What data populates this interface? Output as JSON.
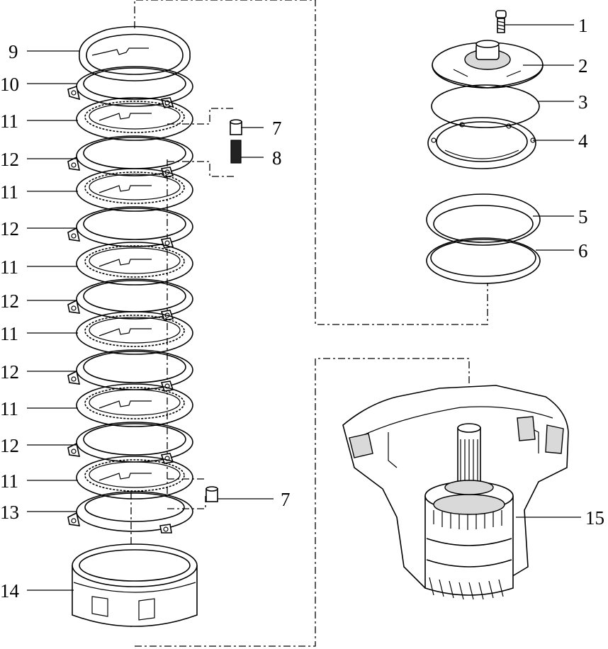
{
  "callouts": {
    "c1": "1",
    "c2": "2",
    "c3": "3",
    "c4": "4",
    "c5": "5",
    "c6": "6",
    "c7a": "7",
    "c8": "8",
    "c7b": "7",
    "c9": "9",
    "c10": "10",
    "c11a": "11",
    "c12a": "12",
    "c11b": "11",
    "c12b": "12",
    "c11c": "11",
    "c12c": "12",
    "c11d": "11",
    "c12d": "12",
    "c11e": "11",
    "c12e": "12",
    "c11f": "11",
    "c13": "13",
    "c14": "14",
    "c15": "15"
  }
}
